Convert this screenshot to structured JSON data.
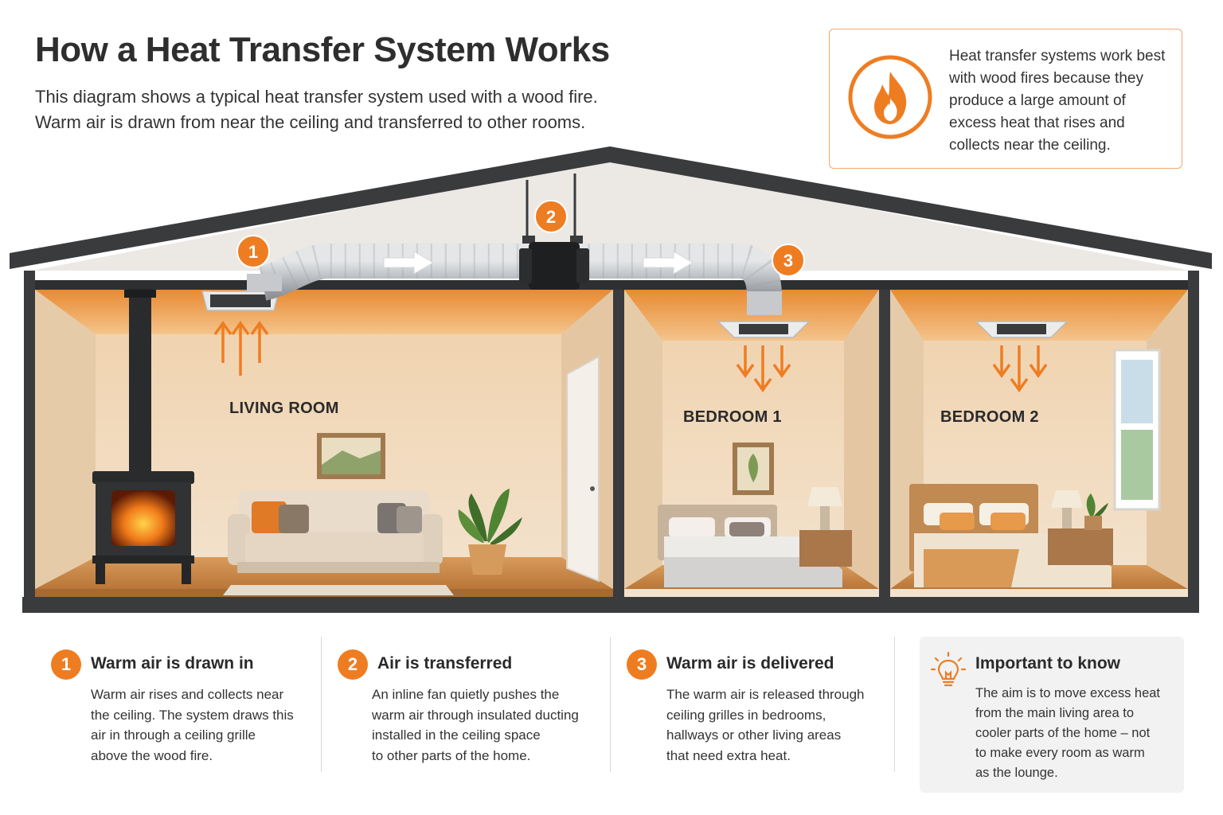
{
  "header": {
    "title": "How a Heat Transfer System Works",
    "subtitle_lines": [
      "This diagram shows a typical heat transfer system used with a wood fire.",
      "Warm air is drawn from near the ceiling and transferred to other rooms."
    ]
  },
  "info_box": {
    "icon": "flame-icon",
    "lines": [
      "Heat transfer systems work best",
      "with wood fires because they",
      "produce a large amount of",
      "excess heat that rises and",
      "collects near the ceiling."
    ]
  },
  "diagram": {
    "markers": [
      "1",
      "2",
      "3"
    ],
    "rooms": [
      "LIVING ROOM",
      "BEDROOM 1",
      "BEDROOM 2"
    ]
  },
  "steps": [
    {
      "number": "1",
      "heading": "Warm air is drawn in",
      "lines": [
        "Warm air rises and collects near",
        "the ceiling. The system draws this",
        "air in through a ceiling grille",
        "above the wood fire."
      ]
    },
    {
      "number": "2",
      "heading": "Air is transferred",
      "lines": [
        "An inline fan quietly pushes the",
        "warm air through insulated ducting",
        "installed in the ceiling space",
        "to other parts of the home."
      ]
    },
    {
      "number": "3",
      "heading": "Warm air is delivered",
      "lines": [
        "The warm air is released through",
        "ceiling grilles in bedrooms,",
        "hallways or other living areas",
        "that need extra heat."
      ]
    }
  ],
  "important": {
    "icon": "lightbulb-icon",
    "heading": "Important to know",
    "lines": [
      "The aim is to move excess heat",
      "from the main living area to",
      "cooler parts of the home – not",
      "to make every room as warm",
      "as the lounge."
    ]
  },
  "colors": {
    "accent": "#ee7d22",
    "roof": "#3a3b3d",
    "wall": "#efdcc4",
    "floor": "#c98a4d"
  }
}
